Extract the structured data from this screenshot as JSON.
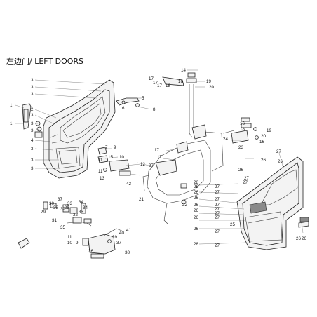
{
  "diagram": {
    "title": "左边门/ LEFT DOORS",
    "callouts": [
      {
        "id": "c1",
        "text": "3"
      },
      {
        "id": "c2",
        "text": "3"
      },
      {
        "id": "c3",
        "text": "3"
      },
      {
        "id": "c4",
        "text": "1"
      },
      {
        "id": "c5",
        "text": "2"
      },
      {
        "id": "c6",
        "text": "3"
      },
      {
        "id": "c7",
        "text": "1"
      },
      {
        "id": "c8",
        "text": "3"
      },
      {
        "id": "c9",
        "text": "3"
      },
      {
        "id": "c10",
        "text": "4"
      },
      {
        "id": "c11",
        "text": "3"
      },
      {
        "id": "c12",
        "text": "3"
      },
      {
        "id": "c13",
        "text": "3"
      },
      {
        "id": "c14",
        "text": "5"
      },
      {
        "id": "c15",
        "text": "6"
      },
      {
        "id": "c16",
        "text": "8"
      },
      {
        "id": "c17",
        "text": "7"
      },
      {
        "id": "c18",
        "text": "9"
      },
      {
        "id": "c19",
        "text": "10"
      },
      {
        "id": "c20",
        "text": "11"
      },
      {
        "id": "c21",
        "text": "11"
      },
      {
        "id": "c22",
        "text": "15"
      },
      {
        "id": "c23",
        "text": "12"
      },
      {
        "id": "c24",
        "text": "13"
      },
      {
        "id": "c25",
        "text": "42"
      },
      {
        "id": "c26",
        "text": "14"
      },
      {
        "id": "c27",
        "text": "17"
      },
      {
        "id": "c28",
        "text": "17"
      },
      {
        "id": "c29",
        "text": "17"
      },
      {
        "id": "c30",
        "text": "18"
      },
      {
        "id": "c31",
        "text": "16"
      },
      {
        "id": "c32",
        "text": "19"
      },
      {
        "id": "c33",
        "text": "20"
      },
      {
        "id": "c34",
        "text": "17"
      },
      {
        "id": "c35",
        "text": "17"
      },
      {
        "id": "c36",
        "text": "37"
      },
      {
        "id": "c37",
        "text": "21"
      },
      {
        "id": "c38",
        "text": "22"
      },
      {
        "id": "c39",
        "text": "16"
      },
      {
        "id": "c40",
        "text": "18"
      },
      {
        "id": "c41",
        "text": "19"
      },
      {
        "id": "c42",
        "text": "20"
      },
      {
        "id": "c43",
        "text": "24"
      },
      {
        "id": "c44",
        "text": "23"
      },
      {
        "id": "c45",
        "text": "16"
      },
      {
        "id": "c46",
        "text": "27"
      },
      {
        "id": "c47",
        "text": "26"
      },
      {
        "id": "c48",
        "text": "26"
      },
      {
        "id": "c49",
        "text": "27"
      },
      {
        "id": "c50",
        "text": "27"
      },
      {
        "id": "c51",
        "text": "28"
      },
      {
        "id": "c52",
        "text": "26"
      },
      {
        "id": "c53",
        "text": "26"
      },
      {
        "id": "c54",
        "text": "27"
      },
      {
        "id": "c55",
        "text": "27"
      },
      {
        "id": "c56",
        "text": "26"
      },
      {
        "id": "c57",
        "text": "27"
      },
      {
        "id": "c58",
        "text": "26"
      },
      {
        "id": "c59",
        "text": "27"
      },
      {
        "id": "c60",
        "text": "26"
      },
      {
        "id": "c61",
        "text": "27"
      },
      {
        "id": "c62",
        "text": "26"
      },
      {
        "id": "c63",
        "text": "27"
      },
      {
        "id": "c64",
        "text": "25"
      },
      {
        "id": "c65",
        "text": "26"
      },
      {
        "id": "c66",
        "text": "27"
      },
      {
        "id": "c67",
        "text": "28"
      },
      {
        "id": "c68",
        "text": "27"
      },
      {
        "id": "c69",
        "text": "27"
      },
      {
        "id": "c70",
        "text": "26"
      },
      {
        "id": "c71",
        "text": "26"
      },
      {
        "id": "c72",
        "text": "26"
      },
      {
        "id": "c73",
        "text": "37"
      },
      {
        "id": "c74",
        "text": "30"
      },
      {
        "id": "c75",
        "text": "32"
      },
      {
        "id": "c76",
        "text": "33"
      },
      {
        "id": "c77",
        "text": "34"
      },
      {
        "id": "c78",
        "text": "29"
      },
      {
        "id": "c79",
        "text": "38"
      },
      {
        "id": "c80",
        "text": "35"
      },
      {
        "id": "c81",
        "text": "31"
      },
      {
        "id": "c82",
        "text": "32"
      },
      {
        "id": "c83",
        "text": "33"
      },
      {
        "id": "c84",
        "text": "34"
      },
      {
        "id": "c85",
        "text": "35"
      },
      {
        "id": "c86",
        "text": "41"
      },
      {
        "id": "c87",
        "text": "40"
      },
      {
        "id": "c88",
        "text": "39"
      },
      {
        "id": "c89",
        "text": "11"
      },
      {
        "id": "c90",
        "text": "10"
      },
      {
        "id": "c91",
        "text": "9"
      },
      {
        "id": "c92",
        "text": "37"
      },
      {
        "id": "c93",
        "text": "36"
      },
      {
        "id": "c94",
        "text": "38"
      }
    ]
  }
}
